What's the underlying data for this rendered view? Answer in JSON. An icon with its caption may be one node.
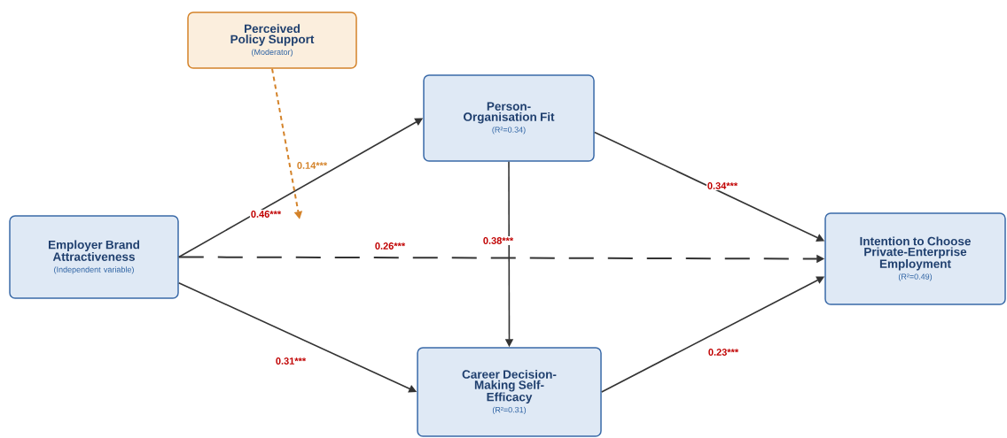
{
  "diagram": {
    "nodes": [
      {
        "text": [
          "Perceived Policy Support",
          "(Moderator)"
        ]
      },
      {
        "text": [
          "Person-Organisation Fit",
          "(R²=0.34)"
        ]
      },
      {
        "text": [
          "Employer Brand Attractiveness",
          "(Independent variable)"
        ]
      },
      {
        "text": [
          "Intention to Choose Private-Enterprise Employment",
          "(R²=0.49)"
        ]
      },
      {
        "text": [
          "Career Decision-Making Self-Efficacy",
          "(R²=0.31)"
        ]
      }
    ],
    "edges": [
      {
        "from": 2,
        "to": 1,
        "arrow": "to",
        "label": "0.46***"
      },
      {
        "from": 2,
        "to": 3,
        "arrow": "to",
        "label": "0.26***",
        "style": "dashed"
      },
      {
        "from": 2,
        "to": 4,
        "arrow": "to",
        "label": "0.31***"
      },
      {
        "from": 1,
        "to": 4,
        "arrow": "to",
        "label": "0.38***"
      },
      {
        "from": 1,
        "to": 3,
        "arrow": "to",
        "label": "0.34***"
      },
      {
        "from": 4,
        "to": 3,
        "arrow": "to",
        "label": "0.23***"
      },
      {
        "from": 0,
        "to": null,
        "arrow": "to",
        "label": "0.14***",
        "style": "dashed",
        "color": "#d4832a"
      }
    ]
  }
}
